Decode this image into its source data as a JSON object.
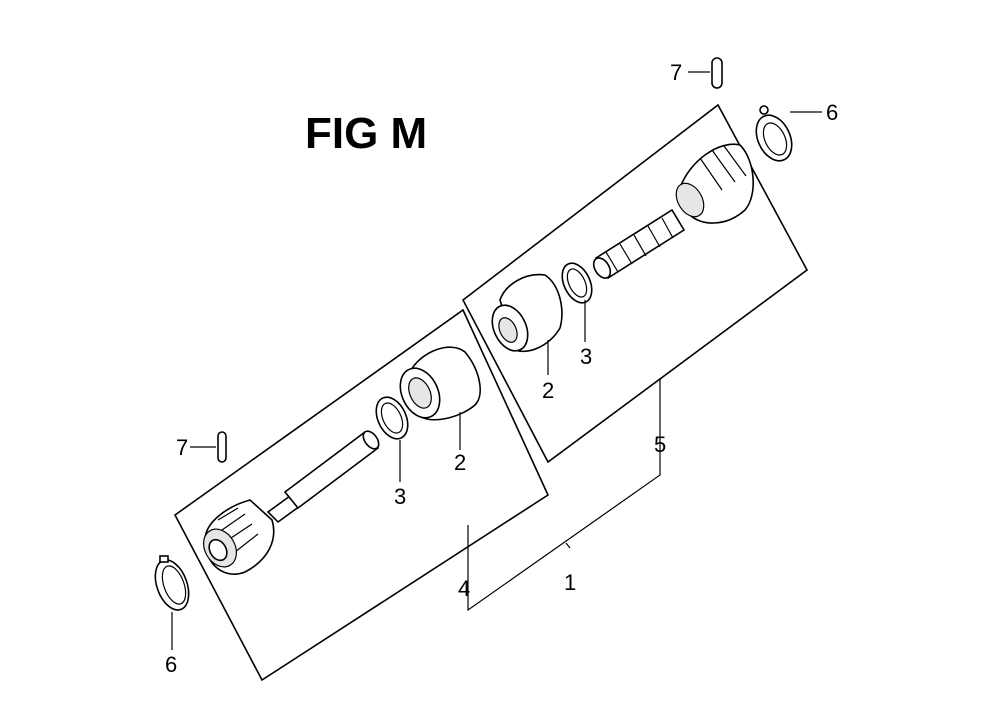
{
  "figure": {
    "title": "FIG M"
  },
  "callouts": {
    "c1": "1",
    "c2_left": "2",
    "c2_right": "2",
    "c3_left": "3",
    "c3_right": "3",
    "c4": "4",
    "c5": "5",
    "c6_left": "6",
    "c6_right": "6",
    "c7_left": "7",
    "c7_right": "7"
  },
  "colors": {
    "ink": "#000000",
    "paper": "#ffffff"
  }
}
